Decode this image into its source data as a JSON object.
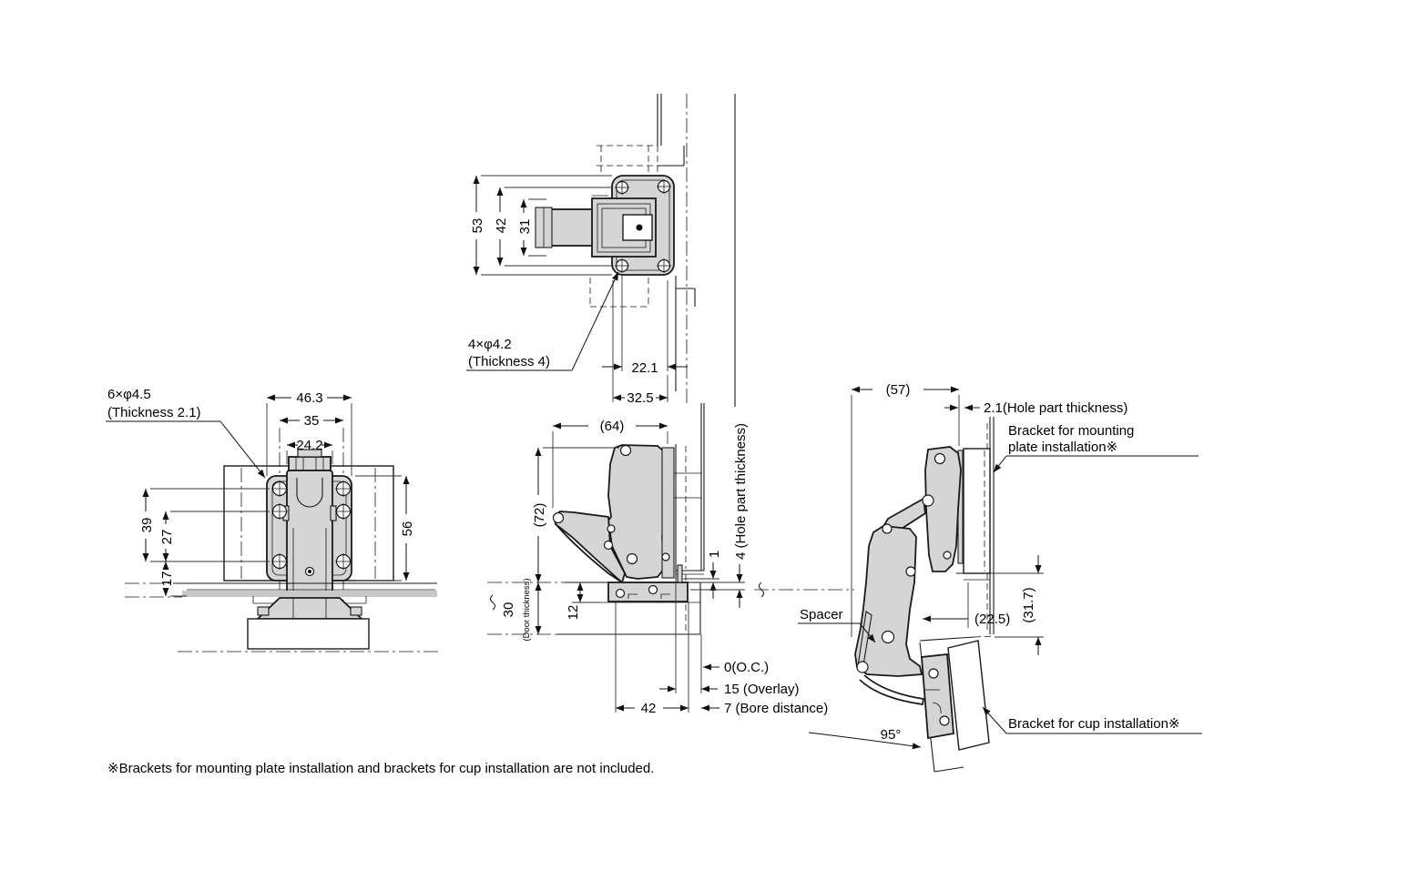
{
  "footnote": "※Brackets for mounting plate installation and brackets for cup installation are not included.",
  "top_view": {
    "height_outer": "53",
    "height_mid": "42",
    "height_inner": "31",
    "width_inner": "22.1",
    "width_outer": "32.5",
    "callout_holes": "4×φ4.2",
    "callout_thickness": "(Thickness 4)"
  },
  "front_view": {
    "width_outer": "46.3",
    "width_mid": "35",
    "width_inner": "24.2",
    "height_top": "39",
    "height_mid": "27",
    "height_bottom": "17",
    "height_right": "56",
    "callout_holes": "6×φ4.5",
    "callout_thickness": "(Thickness 2.1)"
  },
  "side_view": {
    "width": "(64)",
    "height": "(72)",
    "door_thickness_value": "30",
    "door_thickness_label": "(Door thickness)",
    "cup_depth": "12",
    "gap": "1",
    "hole_thickness": "4 (Hole part thickness)",
    "oc": "0(O.C.)",
    "overlay": "15 (Overlay)",
    "bore_width": "42",
    "bore_distance": "7 (Bore distance)"
  },
  "open_view": {
    "width": "(57)",
    "plate_thickness": "2.1(Hole part thickness)",
    "offset": "(22.5)",
    "drop": "(31.7)",
    "angle": "95°",
    "spacer": "Spacer",
    "bracket_mounting_line1": "Bracket for mounting",
    "bracket_mounting_line2": "plate installation※",
    "bracket_cup": "Bracket for cup installation※"
  }
}
